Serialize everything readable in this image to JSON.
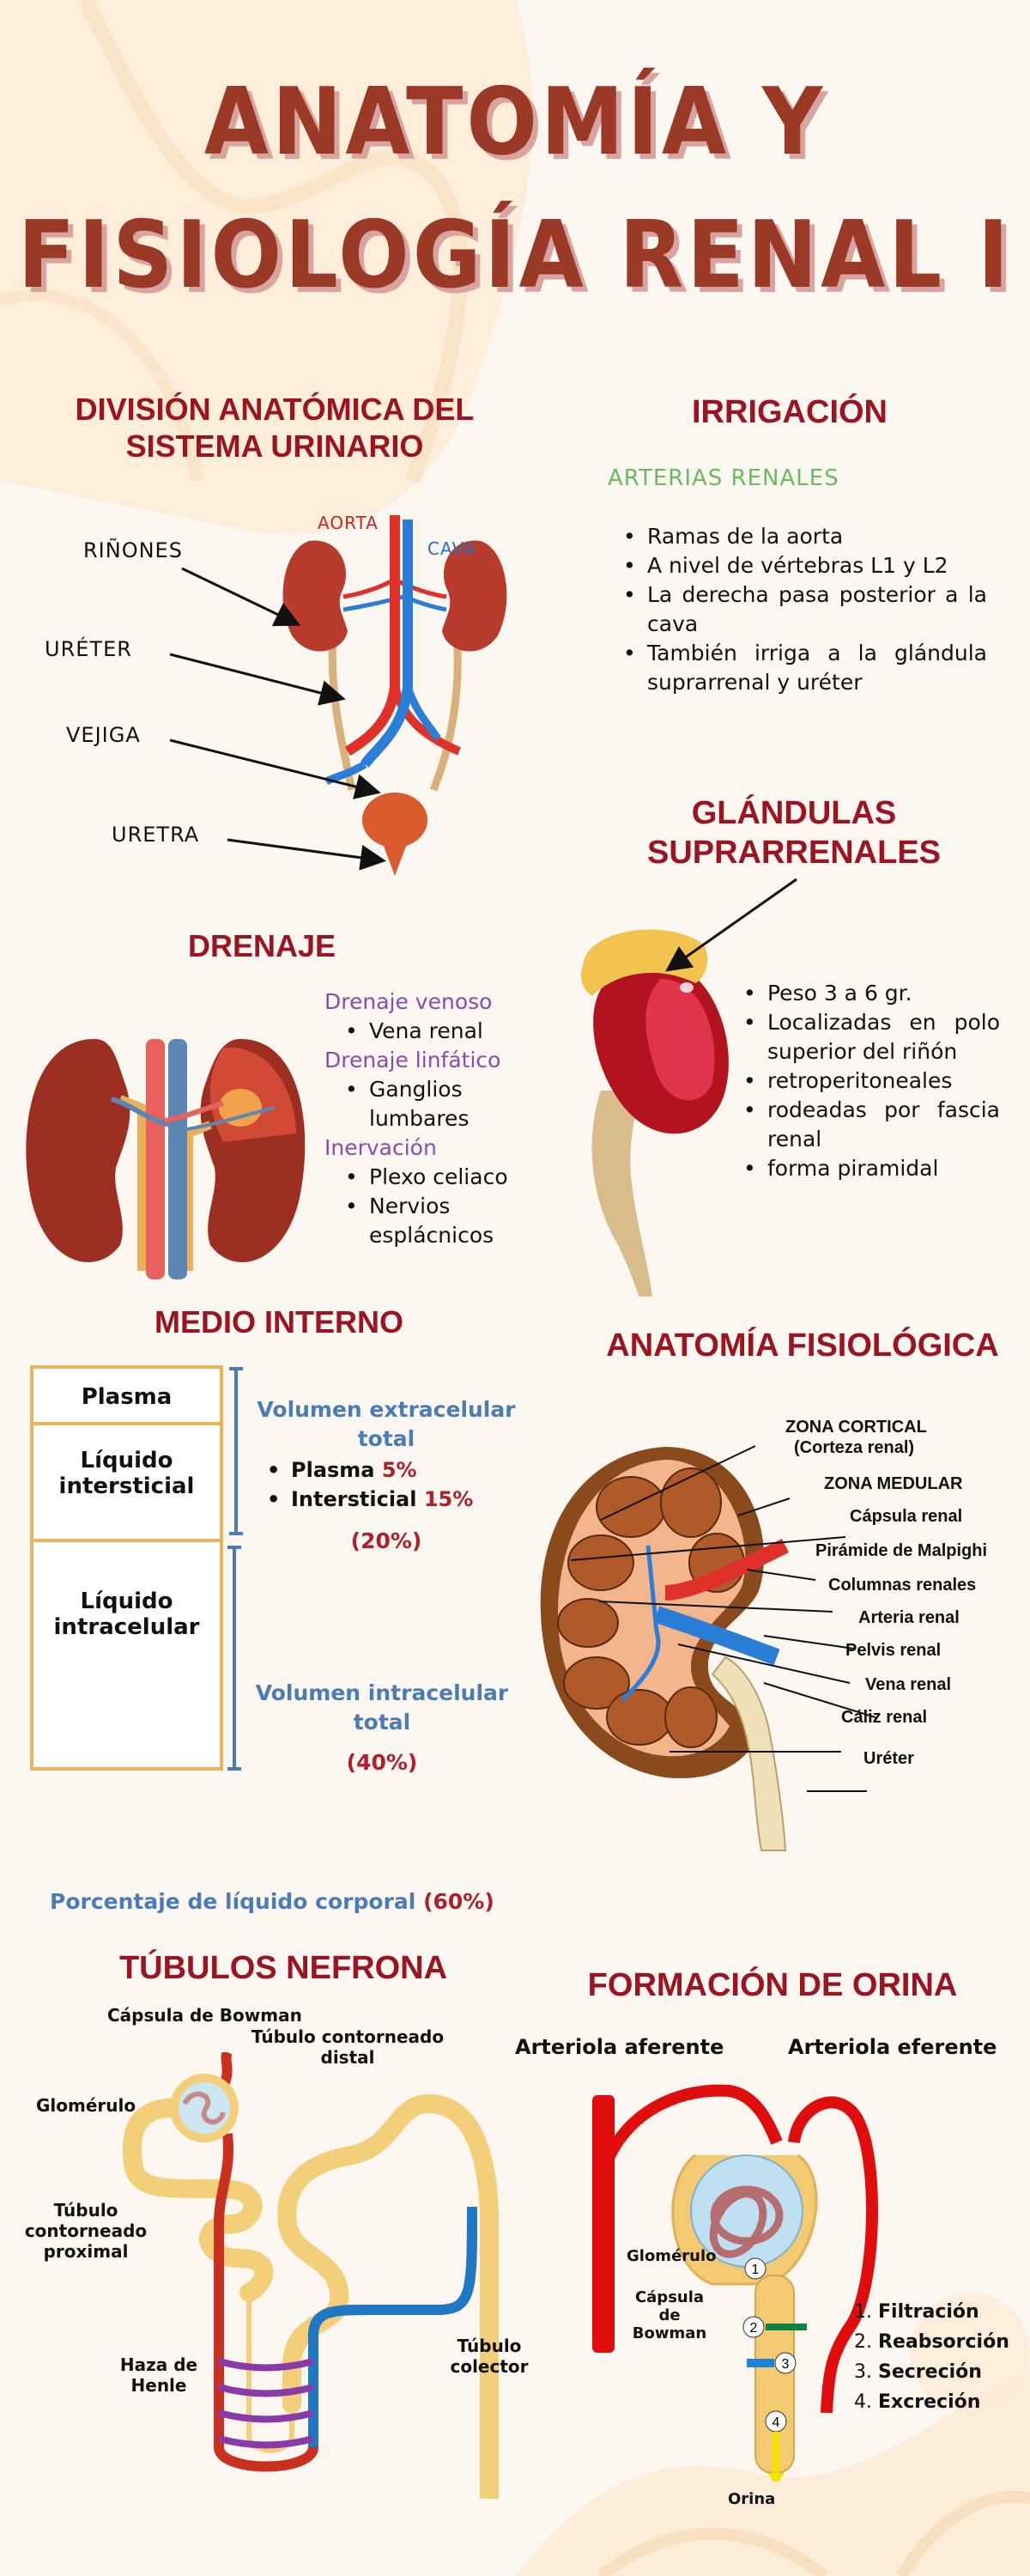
{
  "title": {
    "line1": "ANATOMÍA Y",
    "line2": "FISIOLOGÍA RENAL I"
  },
  "colors": {
    "background": "#fdf7f1",
    "title": "#9a3a26",
    "title_shadow": "#d9a3a0",
    "section_heading": "#9b1420",
    "subheading_green": "#6cb95f",
    "subheading_purple": "#8a4bb0",
    "accent_blue": "#4a7db8",
    "accent_red": "#b0202a",
    "box_border": "#e9b45a"
  },
  "division": {
    "title": "DIVISIÓN ANATÓMICA DEL SISTEMA URINARIO",
    "labels": {
      "aorta": "AORTA",
      "cava": "CAVA",
      "rinones": "RIÑONES",
      "ureter": "URÉTER",
      "vejiga": "VEJIGA",
      "uretra": "URETRA"
    }
  },
  "irrigacion": {
    "title": "IRRIGACIÓN",
    "subtitle": "ARTERIAS RENALES",
    "bullets": [
      "Ramas de la aorta",
      "A nivel de vértebras L1 y L2",
      "La derecha pasa posterior a la cava",
      "También irriga a la glándula suprarrenal y uréter"
    ]
  },
  "drenaje": {
    "title": "DRENAJE",
    "groups": [
      {
        "heading": "Drenaje venoso",
        "items": [
          "Vena renal"
        ]
      },
      {
        "heading": "Drenaje linfático",
        "items": [
          "Ganglios lumbares"
        ]
      },
      {
        "heading": "Inervación",
        "items": [
          "Plexo celiaco",
          "Nervios esplácnicos"
        ]
      }
    ]
  },
  "glandulas": {
    "title_line1": "GLÁNDULAS",
    "title_line2": "SUPRARRENALES",
    "bullets": [
      "Peso 3 a 6 gr.",
      "Localizadas en polo superior del riñón",
      "retroperitoneales",
      "rodeadas por fascia renal",
      "forma piramidal"
    ]
  },
  "medio_interno": {
    "title": "MEDIO INTERNO",
    "boxes": [
      "Plasma",
      "Líquido intersticial",
      "Líquido intracelular"
    ],
    "extracelular": {
      "heading": "Volumen extracelular total",
      "items": [
        {
          "label": "Plasma",
          "value": "5%"
        },
        {
          "label": "Intersticial",
          "value": "15%"
        }
      ],
      "total": "(20%)"
    },
    "intracelular": {
      "heading": "Volumen intracelular total",
      "total": "(40%)"
    },
    "footer_label": "Porcentaje de líquido corporal",
    "footer_value": "(60%)"
  },
  "anatomia_fisiologica": {
    "title": "ANATOMÍA FISIOLÓGICA",
    "labels": [
      "ZONA CORTICAL",
      "(Corteza renal)",
      "ZONA MEDULAR",
      "Cápsula renal",
      "Pirámide de Malpighi",
      "Columnas renales",
      "Arteria renal",
      "Pelvis renal",
      "Vena renal",
      "Cáliz renal",
      "Uréter"
    ]
  },
  "tubulos": {
    "title": "TÚBULOS NEFRONA",
    "labels": {
      "capsula": "Cápsula de Bowman",
      "distal": "Túbulo contorneado distal",
      "glomerulo": "Glomérulo",
      "proximal": "Túbulo contorneado proximal",
      "henle": "Haza de Henle",
      "colector": "Túbulo colector"
    }
  },
  "formacion": {
    "title": "FORMACIÓN DE ORINA",
    "labels": {
      "aferente": "Arteriola aferente",
      "eferente": "Arteriola eferente",
      "glomerulo": "Glomérulo",
      "capsula": "Cápsula de Bowman",
      "orina": "Orina"
    },
    "markers": [
      "1",
      "2",
      "3",
      "4"
    ],
    "steps": [
      {
        "num": "1.",
        "label": "Filtración"
      },
      {
        "num": "2.",
        "label": "Reabsorción"
      },
      {
        "num": "3.",
        "label": "Secreción"
      },
      {
        "num": "4.",
        "label": "Excreción"
      }
    ]
  }
}
